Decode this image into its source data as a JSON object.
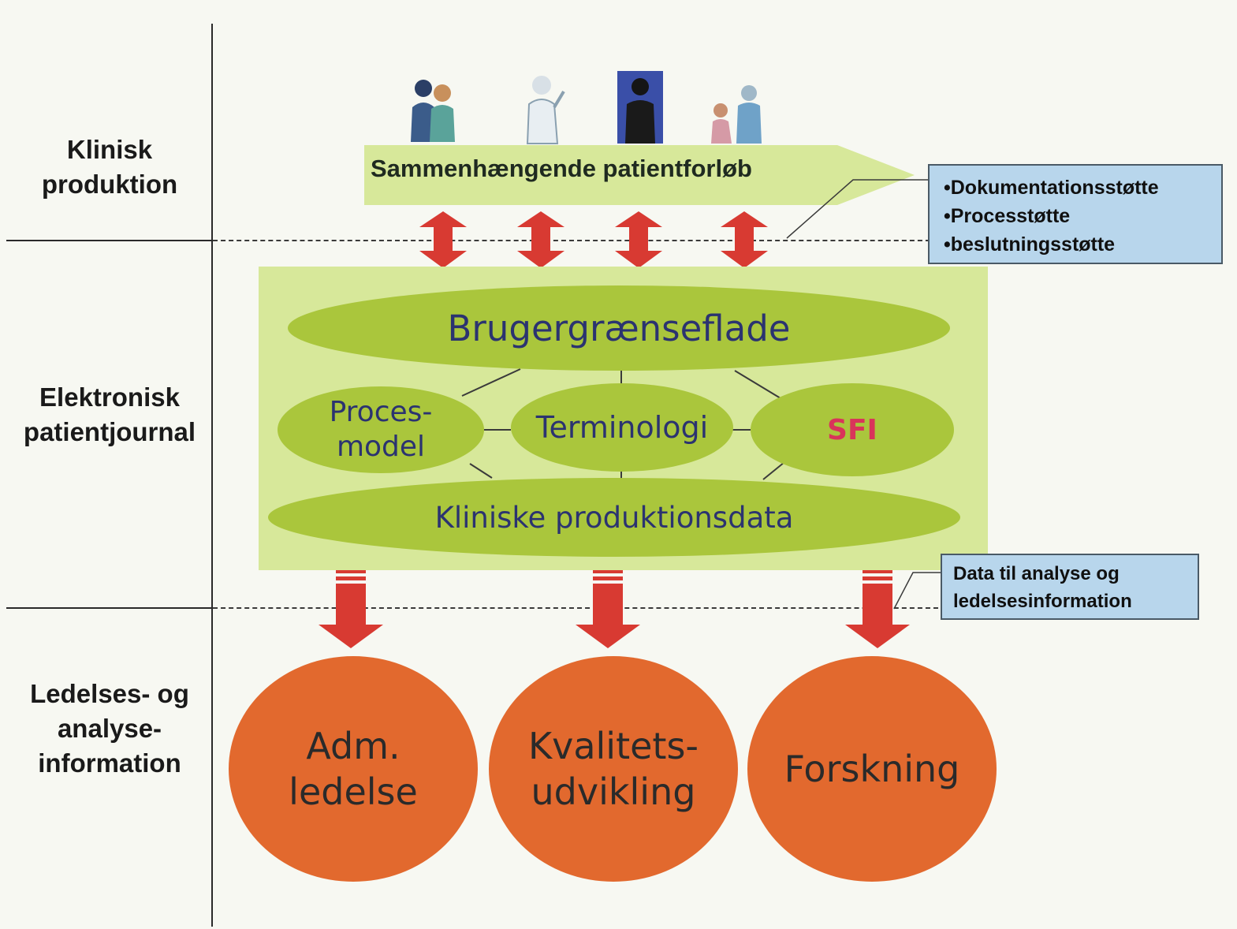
{
  "rows": {
    "clinical_production": [
      "Klinisk",
      "produktion"
    ],
    "electronic_record": [
      "Elektronisk",
      "patientjournal"
    ],
    "management_info": [
      "Ledelses- og",
      "analyse-",
      "information"
    ]
  },
  "banner": {
    "label": "Sammenhængende patientforløb"
  },
  "support_box": {
    "items": [
      "•Dokumentationsstøtte",
      "•Processtøtte",
      "•beslutningsstøtte"
    ]
  },
  "epj": {
    "user_interface": "Brugergrænseflade",
    "process_model": [
      "Proces-",
      "model"
    ],
    "terminology": "Terminologi",
    "sfi": "SFI",
    "clinical_data": "Kliniske produktionsdata"
  },
  "analysis_box": {
    "lines": [
      "Data til analyse og",
      "ledelsesinformation"
    ]
  },
  "outputs": {
    "admin": [
      "Adm.",
      "ledelse"
    ],
    "quality": [
      "Kvalitets-",
      "udvikling"
    ],
    "research": "Forskning"
  },
  "colors": {
    "panel": "#d7e89a",
    "ellipse": "#aac63c",
    "circle": "#e2692e",
    "arrow": "#d83a32",
    "infobox": "#b8d6ec",
    "sfi": "#d9345a",
    "ellipse_text": "#2b3370"
  },
  "icons": [
    "people-icon",
    "surgeon-icon",
    "person-photo-icon",
    "patient-family-icon"
  ]
}
